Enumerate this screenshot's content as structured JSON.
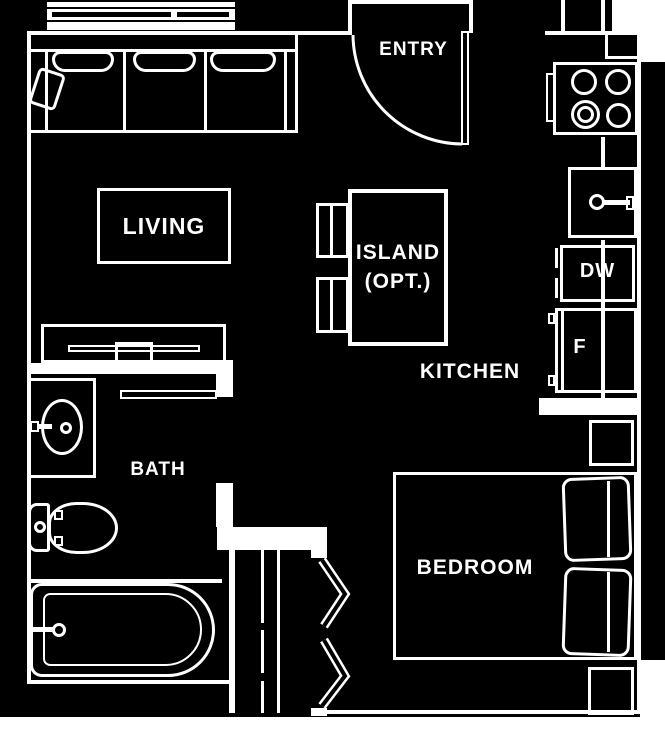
{
  "floorplan": {
    "page_background": "#ffffff",
    "floor_color": "#000000",
    "line_color": "#ffffff",
    "rooms": {
      "entry": "ENTRY",
      "living": "LIVING",
      "kitchen": "KITCHEN",
      "bath": "BATH",
      "bedroom": "BEDROOM"
    },
    "fixtures": {
      "island_line1": "ISLAND",
      "island_line2": "(OPT.)",
      "dishwasher": "DW",
      "fridge": "F"
    }
  }
}
